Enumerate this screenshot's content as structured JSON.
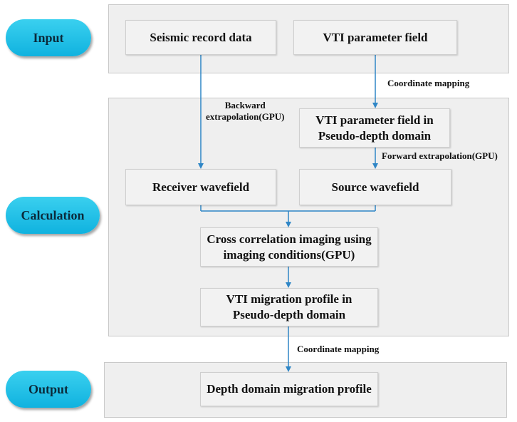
{
  "stages": {
    "input": "Input",
    "calculation": "Calculation",
    "output": "Output"
  },
  "boxes": {
    "seismic": "Seismic record data",
    "vti_param": "VTI parameter field",
    "vti_pseudo": "VTI parameter field in\nPseudo-depth domain",
    "receiver": "Receiver wavefield",
    "source": "Source wavefield",
    "cross_corr": "Cross correlation imaging using\nimaging conditions(GPU)",
    "vti_migration": "VTI migration profile in\nPseudo-depth domain",
    "depth_migration": "Depth domain migration profile"
  },
  "labels": {
    "coord_mapping_1": "Coordinate mapping",
    "backward": "Backward\nextrapolation(GPU)",
    "forward": "Forward extrapolation(GPU)",
    "coord_mapping_2": "Coordinate mapping"
  },
  "colors": {
    "arrow": "#2f86c6",
    "pill": "#1bbde6"
  }
}
